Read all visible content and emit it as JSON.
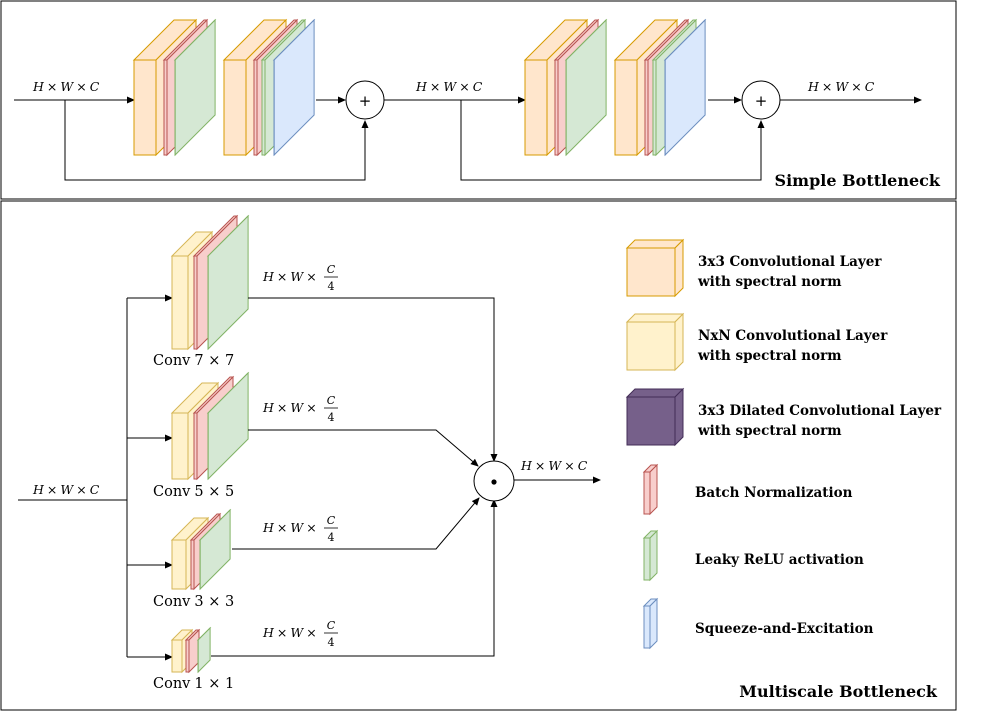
{
  "colors": {
    "conv3x3": "#FFE6CC",
    "conv3x3_stroke": "#D79B00",
    "convNxN": "#FFF2CC",
    "convNxN_stroke": "#D6B656",
    "dilated": "#76608A",
    "dilated_stroke": "#432D57",
    "batch_norm": "#F8CECC",
    "batch_norm_stroke": "#B85450",
    "leaky_relu": "#D5E8D4",
    "leaky_relu_stroke": "#82B366",
    "squeeze_excitation": "#DAE8FC",
    "squeeze_excitation_stroke": "#6C8EBF"
  },
  "simple": {
    "title": "Simple Bottleneck",
    "input_label": {
      "h": "H",
      "w": "W",
      "c": "C",
      "times": "×"
    },
    "middle_label": {
      "h": "H",
      "w": "W",
      "c": "C",
      "times": "×"
    },
    "output_label": {
      "h": "H",
      "w": "W",
      "c": "C",
      "times": "×"
    },
    "operator": "+"
  },
  "multiscale": {
    "title": "Multiscale Bottleneck",
    "input_label": {
      "h": "H",
      "w": "W",
      "c": "C",
      "times": "×"
    },
    "output_label": {
      "h": "H",
      "w": "W",
      "c": "C",
      "times": "×"
    },
    "operator": "•",
    "branches": [
      {
        "conv_word": "Conv",
        "kernel": "7 × 7",
        "out": {
          "h": "H",
          "w": "W",
          "times": "×",
          "num": "C",
          "den": "4"
        }
      },
      {
        "conv_word": "Conv",
        "kernel": "5 × 5",
        "out": {
          "h": "H",
          "w": "W",
          "times": "×",
          "num": "C",
          "den": "4"
        }
      },
      {
        "conv_word": "Conv",
        "kernel": "3 × 3",
        "out": {
          "h": "H",
          "w": "W",
          "times": "×",
          "num": "C",
          "den": "4"
        }
      },
      {
        "conv_word": "Conv",
        "kernel": "1 × 1",
        "out": {
          "h": "H",
          "w": "W",
          "times": "×",
          "num": "C",
          "den": "4"
        }
      }
    ]
  },
  "legend": {
    "items": [
      {
        "icon": "conv3x3-cube-icon",
        "line1": "3x3 Convolutional Layer",
        "line2": "with spectral norm"
      },
      {
        "icon": "convNxN-cube-icon",
        "line1": "NxN Convolutional Layer",
        "line2": "with spectral norm"
      },
      {
        "icon": "dilated-cube-icon",
        "line1": "3x3 Dilated Convolutional Layer",
        "line2": "with spectral norm"
      },
      {
        "icon": "batch-norm-slab-icon",
        "line1": "Batch Normalization"
      },
      {
        "icon": "leaky-relu-slab-icon",
        "line1": "Leaky ReLU activation"
      },
      {
        "icon": "squeeze-excitation-slab-icon",
        "line1": "Squeeze-and-Excitation"
      }
    ]
  }
}
